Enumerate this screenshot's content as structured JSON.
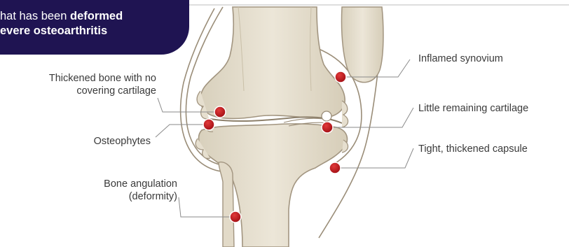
{
  "banner": {
    "line1_plain": "hat has been ",
    "line1_bold": "deformed",
    "line2": "evere osteoarthritis"
  },
  "labels": {
    "thickened_bone": [
      "Thickened bone with no",
      "covering cartilage"
    ],
    "osteophytes": "Osteophytes",
    "bone_angulation": [
      "Bone angulation",
      "(deformity)"
    ],
    "inflamed_synovium": "Inflamed synovium",
    "little_cartilage": "Little remaining cartilage",
    "tight_capsule": "Tight, thickened capsule"
  },
  "colors": {
    "banner": "#1f1452",
    "bone": "#e6dfcf",
    "bone_outline": "#a29580",
    "marker": "#c1121a",
    "leader_line": "#8a8a8a"
  }
}
